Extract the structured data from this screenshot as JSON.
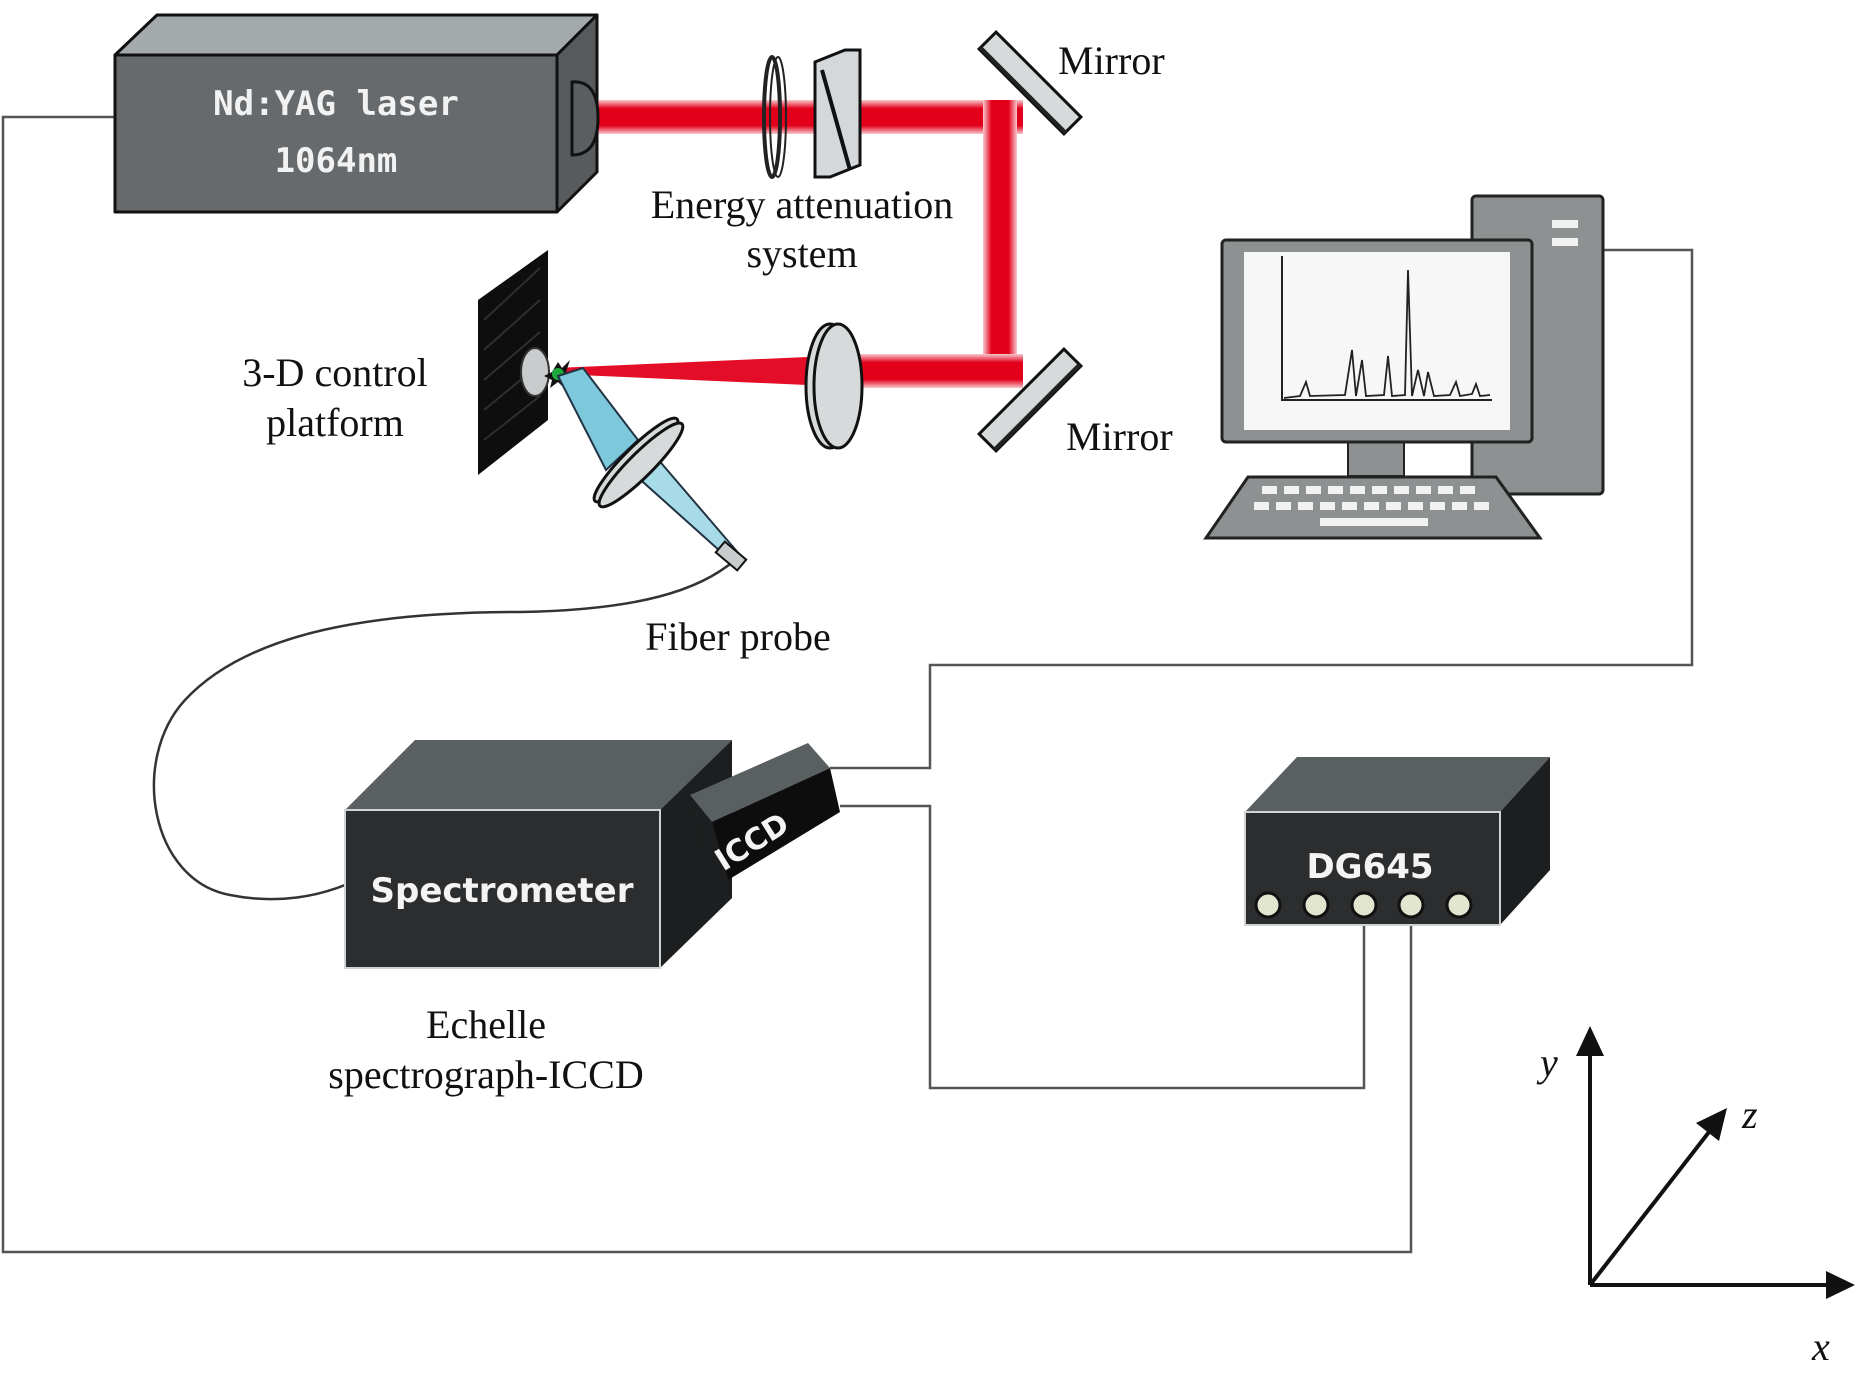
{
  "figure": {
    "type": "experimental-setup-schematic",
    "subject": "Laser-induced breakdown spectroscopy (LIBS) setup"
  },
  "components": {
    "laser": {
      "line1": "Nd:YAG laser",
      "line2": "1064nm",
      "color": "#666a6c"
    },
    "attenuator": {
      "label_line1": "Energy attenuation",
      "label_line2": "system"
    },
    "mirror_top": {
      "label": "Mirror"
    },
    "mirror_bottom": {
      "label": "Mirror"
    },
    "platform": {
      "label_line1": "3-D control",
      "label_line2": "platform"
    },
    "fiber": {
      "label": "Fiber probe"
    },
    "spectrometer": {
      "face_label": "Spectrometer",
      "caption_line1": "Echelle",
      "caption_line2": "spectrograph-ICCD",
      "color": "#2b2d2e"
    },
    "iccd": {
      "label": "ICCD"
    },
    "delay_generator": {
      "label": "DG645",
      "port_count": 5
    },
    "computer": {
      "color": "#8e9192"
    }
  },
  "axes": {
    "x": "x",
    "y": "y",
    "z": "z"
  },
  "colors": {
    "beam": "#e3001b",
    "plasma_emission": "#7ec8dc",
    "plasma_spark": "#1faa3c",
    "wire": "#555555"
  }
}
